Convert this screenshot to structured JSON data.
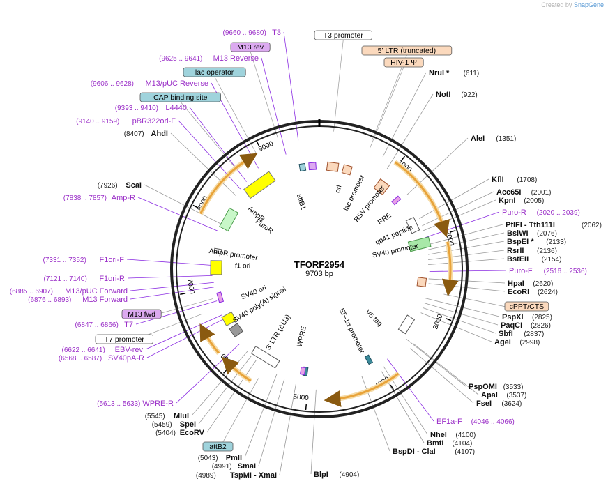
{
  "credit": {
    "prefix": "Created by",
    "brand": "SnapGene"
  },
  "plasmid": {
    "name": "TFORF2954",
    "length_label": "9703 bp",
    "length": 9703
  },
  "ticks": [
    "1000",
    "2000",
    "3000",
    "4000",
    "5000",
    "6000",
    "7000",
    "8000",
    "9000"
  ],
  "enzymes": [
    {
      "name": "NruI *",
      "pos": "(611)",
      "side": "right"
    },
    {
      "name": "NotI",
      "pos": "(922)",
      "side": "right"
    },
    {
      "name": "AleI",
      "pos": "(1351)",
      "side": "right"
    },
    {
      "name": "KflI",
      "pos": "(1708)",
      "side": "right"
    },
    {
      "name": "Acc65I",
      "pos": "(2001)",
      "side": "right"
    },
    {
      "name": "KpnI",
      "pos": "(2005)",
      "side": "right"
    },
    {
      "name": "PflFI - Tth111I",
      "pos": "(2062)",
      "side": "right"
    },
    {
      "name": "BsiWI",
      "pos": "(2076)",
      "side": "right"
    },
    {
      "name": "BspEI *",
      "pos": "(2133)",
      "side": "right"
    },
    {
      "name": "RsrII",
      "pos": "(2136)",
      "side": "right"
    },
    {
      "name": "BstEII",
      "pos": "(2154)",
      "side": "right"
    },
    {
      "name": "HpaI",
      "pos": "(2620)",
      "side": "right"
    },
    {
      "name": "EcoRI",
      "pos": "(2624)",
      "side": "right"
    },
    {
      "name": "PspXI",
      "pos": "(2825)",
      "side": "right"
    },
    {
      "name": "PaqCI",
      "pos": "(2826)",
      "side": "right"
    },
    {
      "name": "SbfI",
      "pos": "(2837)",
      "side": "right"
    },
    {
      "name": "AgeI",
      "pos": "(2998)",
      "side": "right"
    },
    {
      "name": "PspOMI",
      "pos": "(3533)",
      "side": "right"
    },
    {
      "name": "ApaI",
      "pos": "(3537)",
      "side": "right"
    },
    {
      "name": "FseI",
      "pos": "(3624)",
      "side": "right"
    },
    {
      "name": "NheI",
      "pos": "(4100)",
      "side": "right"
    },
    {
      "name": "BmtI",
      "pos": "(4104)",
      "side": "right"
    },
    {
      "name": "BspDI - ClaI",
      "pos": "(4107)",
      "side": "right"
    },
    {
      "name": "BlpI",
      "pos": "(4904)",
      "side": "right"
    },
    {
      "name": "TspMI - XmaI",
      "pos": "(4989)",
      "side": "left"
    },
    {
      "name": "SmaI",
      "pos": "(4991)",
      "side": "left"
    },
    {
      "name": "PmlI",
      "pos": "(5043)",
      "side": "left"
    },
    {
      "name": "EcoRV",
      "pos": "(5404)",
      "side": "left"
    },
    {
      "name": "SpeI",
      "pos": "(5459)",
      "side": "left"
    },
    {
      "name": "MluI",
      "pos": "(5545)",
      "side": "left"
    },
    {
      "name": "ScaI",
      "pos": "(7926)",
      "side": "left"
    },
    {
      "name": "AhdI",
      "pos": "(8407)",
      "side": "left"
    }
  ],
  "primers": [
    {
      "name": "Puro-R",
      "pos": "(2020 .. 2039)",
      "side": "right"
    },
    {
      "name": "Puro-F",
      "pos": "(2516 .. 2536)",
      "side": "right"
    },
    {
      "name": "EF1a-F",
      "pos": "(4046 .. 4066)",
      "side": "right"
    },
    {
      "name": "WPRE-R",
      "pos": "(5613 .. 5633)",
      "side": "left"
    },
    {
      "name": "SV40pA-R",
      "pos": "(6568 .. 6587)",
      "side": "left"
    },
    {
      "name": "EBV-rev",
      "pos": "(6622 .. 6641)",
      "side": "left"
    },
    {
      "name": "T7",
      "pos": "(6847 .. 6866)",
      "side": "left"
    },
    {
      "name": "M13 Forward",
      "pos": "(6876 .. 6893)",
      "side": "left"
    },
    {
      "name": "M13/pUC Forward",
      "pos": "(6885 .. 6907)",
      "side": "left"
    },
    {
      "name": "F1ori-R",
      "pos": "(7121 .. 7140)",
      "side": "left"
    },
    {
      "name": "F1ori-F",
      "pos": "(7331 .. 7352)",
      "side": "left"
    },
    {
      "name": "Amp-R",
      "pos": "(7838 .. 7857)",
      "side": "left"
    },
    {
      "name": "pBR322ori-F",
      "pos": "(9140 .. 9159)",
      "side": "left"
    },
    {
      "name": "L4440",
      "pos": "(9393 .. 9410)",
      "side": "left"
    },
    {
      "name": "M13/pUC Reverse",
      "pos": "(9606 .. 9628)",
      "side": "left"
    },
    {
      "name": "M13 Reverse",
      "pos": "(9625 .. 9641)",
      "side": "left"
    },
    {
      "name": "T3",
      "pos": "(9660 .. 9680)",
      "side": "left"
    }
  ],
  "boxes": [
    {
      "name": "T3 promoter",
      "kind": "white"
    },
    {
      "name": "M13 rev",
      "kind": "purple"
    },
    {
      "name": "lac operator",
      "kind": "teal"
    },
    {
      "name": "CAP binding site",
      "kind": "teal"
    },
    {
      "name": "5' LTR (truncated)",
      "kind": "peach"
    },
    {
      "name": "HIV-1 Ψ",
      "kind": "peach"
    },
    {
      "name": "cPPT/CTS",
      "kind": "peach"
    },
    {
      "name": "M13 fwd",
      "kind": "purple"
    },
    {
      "name": "T7 promoter",
      "kind": "white"
    },
    {
      "name": "attB2",
      "kind": "teal"
    }
  ],
  "inner_labels": [
    "ori",
    "lac promoter",
    "RSV promoter",
    "RRE",
    "gp41 peptide",
    "SV40 promoter",
    "PuroR",
    "AmpR",
    "AmpR promoter",
    "f1 ori",
    "SV40 ori",
    "SV40 poly(A) signal",
    "3' LTR (ΔU3)",
    "WPRE",
    "V5 tag",
    "EF-1α promoter",
    "attB1"
  ],
  "colors": {
    "backbone": "#222222",
    "enzyme_text": "#111111",
    "primer_text": "#9b30c8",
    "primer_line": "#8a2be2",
    "orf_arrow": "#e8a33a",
    "white_box": "#ffffff",
    "purple_box": "#dcaaf0",
    "teal_box": "#9fd3dc",
    "peach_box": "#fbd9bd",
    "ori": "#ffff00",
    "ampr": "#c8f7c8",
    "puror": "#a8e8a8"
  }
}
